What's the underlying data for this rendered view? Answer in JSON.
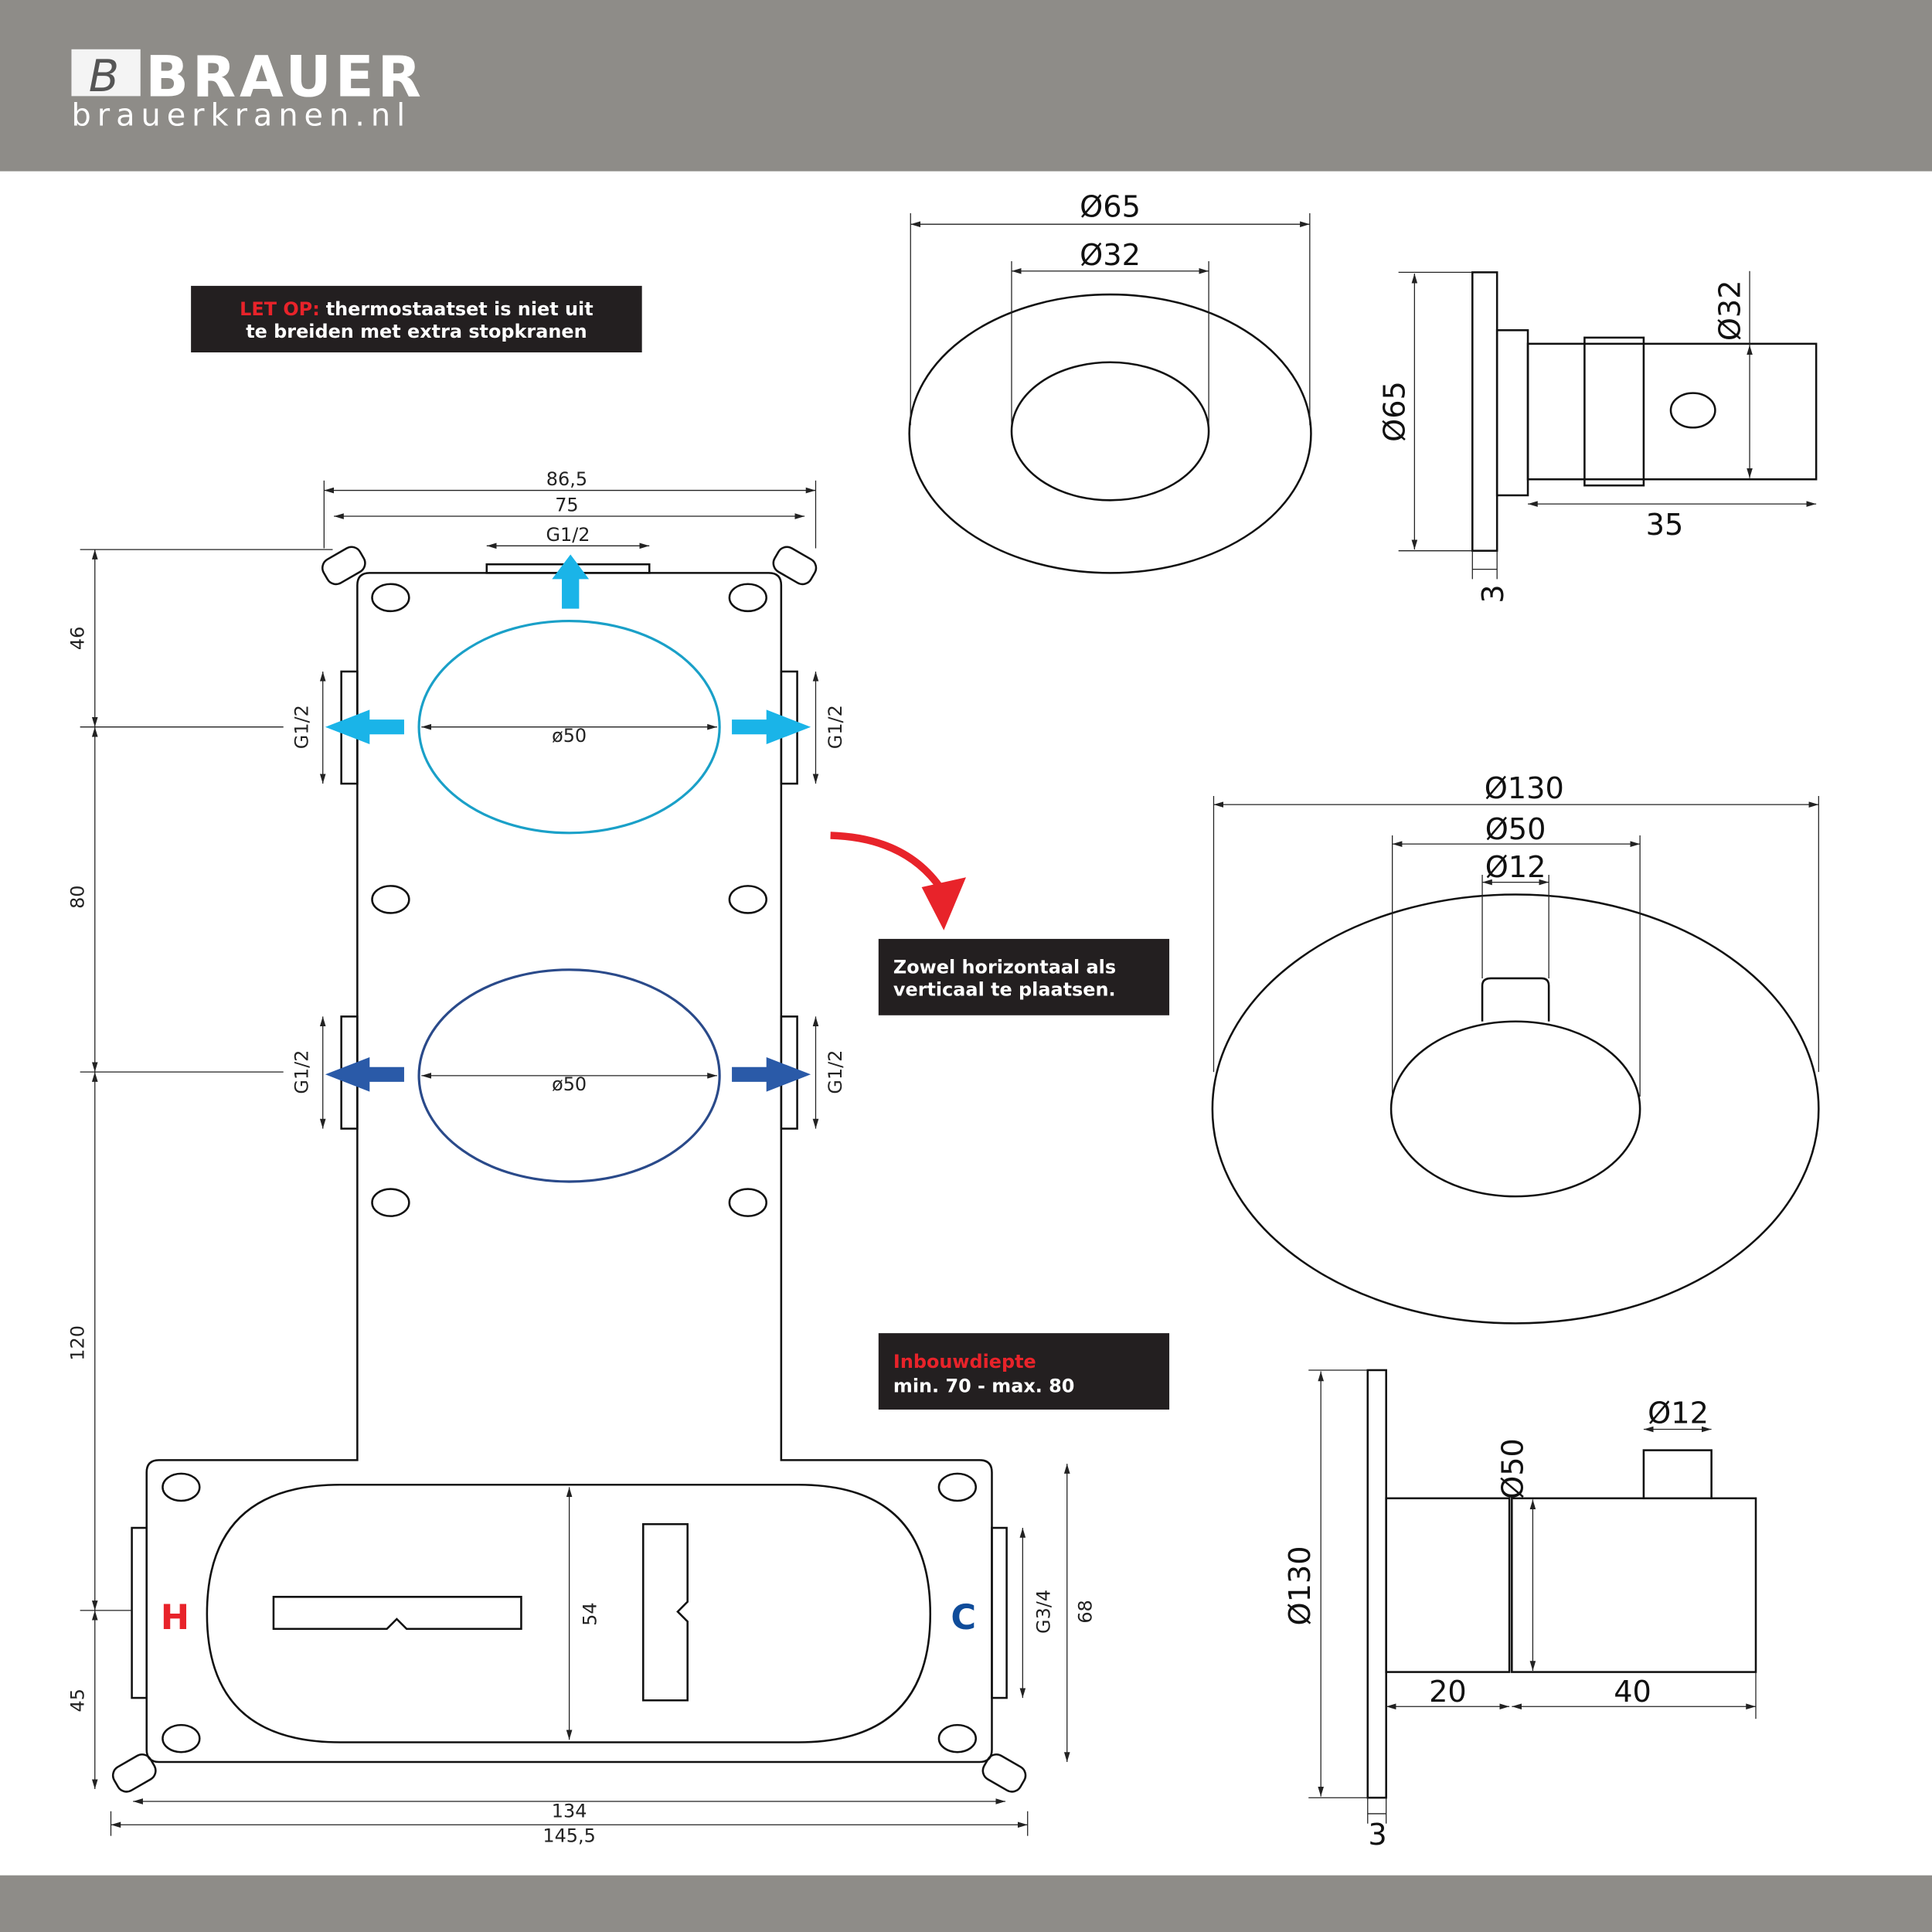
{
  "header": {
    "brand": "BRAUER",
    "website": "brauerkranen.nl"
  },
  "colors": {
    "hot": "#e8232a",
    "cold": "#0f4c9a",
    "light_blue": "#1ab4e8",
    "dark_blue": "#2a5aa8",
    "box_bg": "#231f20",
    "banner": "#8e8c88"
  },
  "notes": {
    "warning_highlight": "LET OP:",
    "warning_line1": "thermostaatset is niet uit",
    "warning_line2": "te breiden met extra stopkranen",
    "orientation_line1": "Zowel horizontaal als",
    "orientation_line2": "verticaal te plaatsen.",
    "depth_highlight": "Inbouwdiepte",
    "depth_line": "min. 70 - max. 80"
  },
  "plate": {
    "width_top_outer": "86,5",
    "width_top_inner": "75",
    "top_port": "G1/2",
    "h_46": "46",
    "h_80": "80",
    "h_120": "120",
    "h_45": "45",
    "port_left_upper": "G1/2",
    "port_right_upper": "G1/2",
    "port_left_lower": "G1/2",
    "port_right_lower": "G1/2",
    "circle_upper": "ø50",
    "circle_lower": "ø50",
    "body_height": "54",
    "side_port": "G3/4",
    "side_height": "68",
    "width_inner": "134",
    "width_outer": "145,5",
    "hot": "H",
    "cold": "C"
  },
  "small_rosette_front": {
    "outer": "Ø65",
    "inner": "Ø32"
  },
  "small_rosette_side": {
    "outer": "Ø65",
    "handle": "Ø32",
    "length": "35",
    "thickness": "3"
  },
  "large_rosette_front": {
    "outer": "Ø130",
    "middle": "Ø50",
    "spindle": "Ø12"
  },
  "large_rosette_side": {
    "outer": "Ø130",
    "body": "Ø50",
    "spindle": "Ø12",
    "len1": "20",
    "len2": "40",
    "thickness": "3"
  }
}
